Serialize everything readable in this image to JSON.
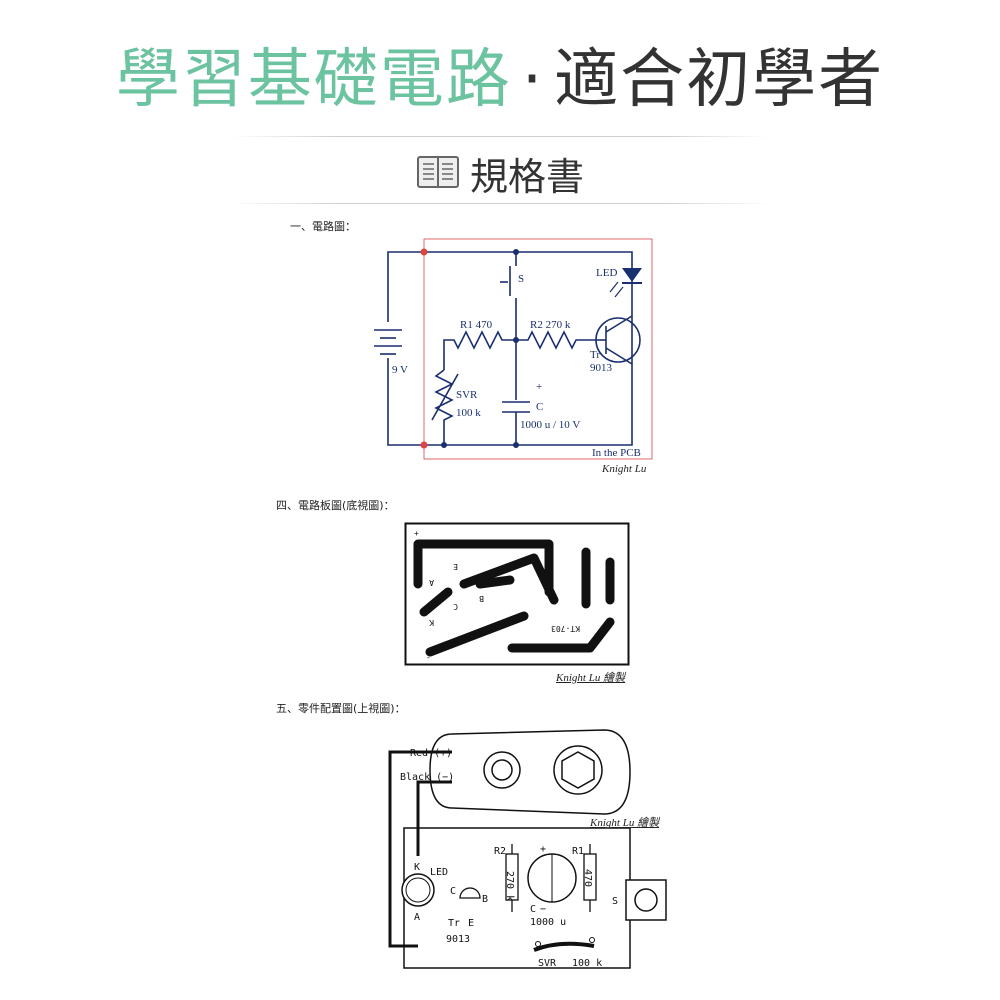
{
  "title": {
    "main": "學習基礎電路",
    "dot": "·",
    "sub": "適合初學者"
  },
  "spec": {
    "icon": "book-icon",
    "label": "規格書"
  },
  "sections": {
    "circuit": "一、電路圖：",
    "pcb": "四、電路板圖(底視圖)：",
    "layout": "五、零件配置圖(上視圖)："
  },
  "schematic": {
    "battery": "9 V",
    "switch": "S",
    "led": "LED",
    "r1": "R1  470",
    "r2": "R2  270 k",
    "transistor_tr": "Tr",
    "transistor_part": "9013",
    "svr_name": "SVR",
    "svr_value": "100 k",
    "cap_plus": "+",
    "cap_name": "C",
    "cap_value": "1000 u / 10 V",
    "in_pcb": "In the PCB",
    "signature": "Knight Lu"
  },
  "pcb": {
    "plus": "+",
    "minus": "-",
    "e": "E",
    "a": "A",
    "b": "B",
    "c": "C",
    "k": "K",
    "model": "KT-703",
    "credit": "Knight Lu 繪製"
  },
  "layout": {
    "red": "Red (+)",
    "black": "Black (−)",
    "credit": "Knight Lu 繪製",
    "k": "K",
    "led": "LED",
    "a": "A",
    "c": "C",
    "b": "B",
    "tr": "Tr",
    "e": "E",
    "part": "9013",
    "r2": "R2",
    "r2_value": "270 k",
    "cap_plus": "+",
    "cap_c": "C",
    "cap_minus": "−",
    "cap_value": "1000 u",
    "r1": "R1",
    "r1_value": "470",
    "s": "S",
    "svr": "SVR",
    "svr_value": "100 k"
  }
}
